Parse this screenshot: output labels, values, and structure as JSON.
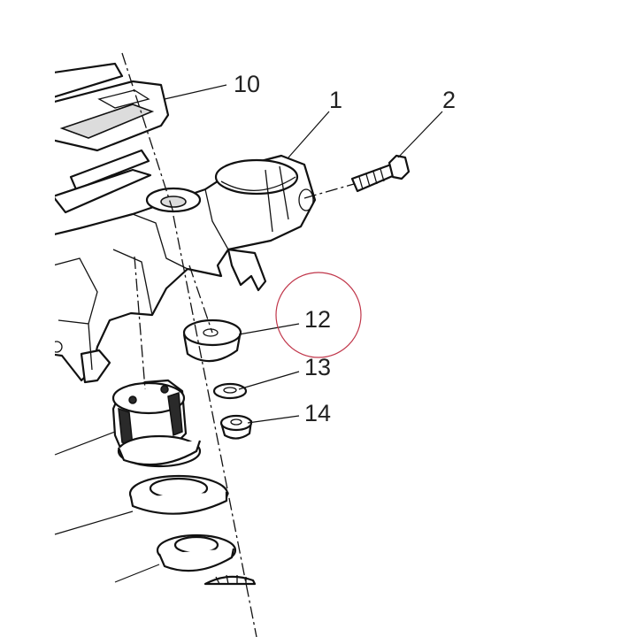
{
  "diagram": {
    "callouts": {
      "c10": "10",
      "c1": "1",
      "c2": "2",
      "c12": "12",
      "c13": "13",
      "c14": "14"
    },
    "highlight_color": "#c0364a",
    "line_color": "#111111"
  }
}
